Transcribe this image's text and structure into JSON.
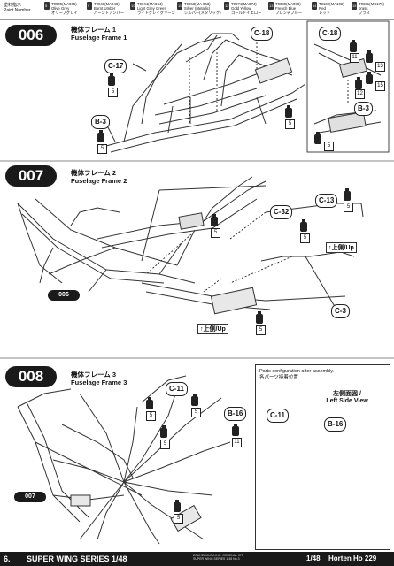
{
  "paint_bar": {
    "label_jp": "塗料指示",
    "label_en": "Paint Number",
    "items": [
      {
        "num": "5",
        "code": "T0005(MA005)",
        "name": "Olive Grey",
        "jp": "オリーブグレイ"
      },
      {
        "num": "9",
        "code": "T0040(MA040)",
        "name": "Burnt Umber",
        "jp": "バーントアンバー"
      },
      {
        "num": "10",
        "code": "T0044(MA044)",
        "name": "Light Grey Green",
        "jp": "ライトグレイグリーン"
      },
      {
        "num": "11",
        "code": "T0063(MA 063)",
        "name": "Silver (Metallic)",
        "jp": "シルバー(メタリック)"
      },
      {
        "num": "12",
        "code": "T0074(MA074)",
        "name": "Gold Yellow",
        "jp": "ゴールドイエロー"
      },
      {
        "num": "13",
        "code": "T0080(MA080)",
        "name": "French Blue",
        "jp": "フレンチブルー"
      },
      {
        "num": "14",
        "code": "T0102(MA102)",
        "name": "Red",
        "jp": "レッド"
      },
      {
        "num": "15",
        "code": "T0601(MC170)",
        "name": "brass",
        "jp": "ブラス"
      }
    ]
  },
  "steps": [
    {
      "number": "006",
      "title_jp": "機体フレーム 1",
      "title_en": "Fuselage Frame 1",
      "callouts": [
        "C-18",
        "C-17",
        "B-3",
        "C-18",
        "B-3"
      ],
      "paints": [
        "5",
        "5",
        "5",
        "13",
        "15",
        "12",
        "11",
        "5"
      ]
    },
    {
      "number": "007",
      "title_jp": "機体フレーム 2",
      "title_en": "Fuselage Frame 2",
      "callouts": [
        "C-32",
        "C-13",
        "C-3"
      ],
      "paints": [
        "5",
        "5",
        "5",
        "5"
      ],
      "ref_tag": "006",
      "up_labels": [
        "↑上側/Up",
        "↑上側/Up"
      ]
    },
    {
      "number": "008",
      "title_jp": "機体フレーム 3",
      "title_en": "Fuselage Frame 3",
      "callouts": [
        "C-11",
        "B-16",
        "C-11",
        "B-16"
      ],
      "paints": [
        "5",
        "5",
        "5",
        "11",
        "5"
      ],
      "ref_tag": "007",
      "inset": {
        "title_en": "Parts configuration after assembly.",
        "title_jp": "各パーツ接着位置",
        "side_jp": "左側面図 /",
        "side_en": "Left Side View"
      }
    }
  ],
  "footer": {
    "page": "6.",
    "series": "SUPER WING SERIES 1/48",
    "small_line1": "ZOUKEI-MURA INC. ORIGINAL KIT",
    "small_line2": "SUPER WING SERIES 1/48 No.3",
    "scale": "1/48",
    "model": "Horten Ho 229"
  }
}
